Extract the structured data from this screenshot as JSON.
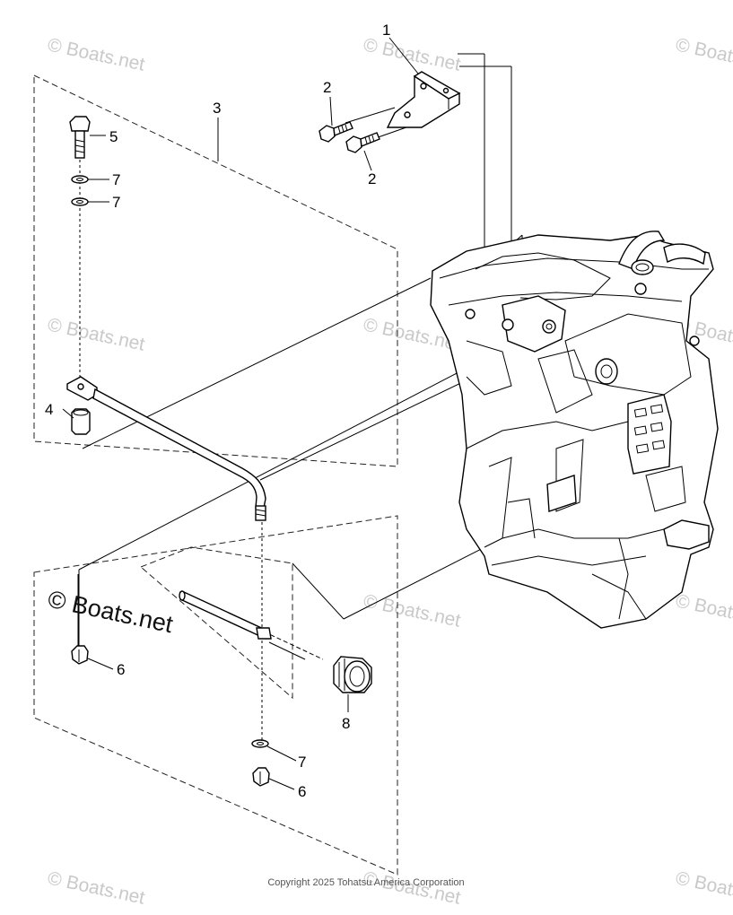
{
  "watermark": {
    "text": "© Boats.net",
    "main_text": "© Boats.net"
  },
  "callouts": [
    {
      "id": "callout-1",
      "label": "1"
    },
    {
      "id": "callout-2a",
      "label": "2"
    },
    {
      "id": "callout-2b",
      "label": "2"
    },
    {
      "id": "callout-3",
      "label": "3"
    },
    {
      "id": "callout-4",
      "label": "4"
    },
    {
      "id": "callout-5",
      "label": "5"
    },
    {
      "id": "callout-6a",
      "label": "6"
    },
    {
      "id": "callout-6b",
      "label": "6"
    },
    {
      "id": "callout-7a",
      "label": "7"
    },
    {
      "id": "callout-7b",
      "label": "7"
    },
    {
      "id": "callout-7c",
      "label": "7"
    },
    {
      "id": "callout-8",
      "label": "8"
    }
  ],
  "copyright": "Copyright 2025 Tohatsu America Corporation",
  "colors": {
    "line": "#000000",
    "watermark": "#c9c9c9",
    "background": "#ffffff"
  }
}
